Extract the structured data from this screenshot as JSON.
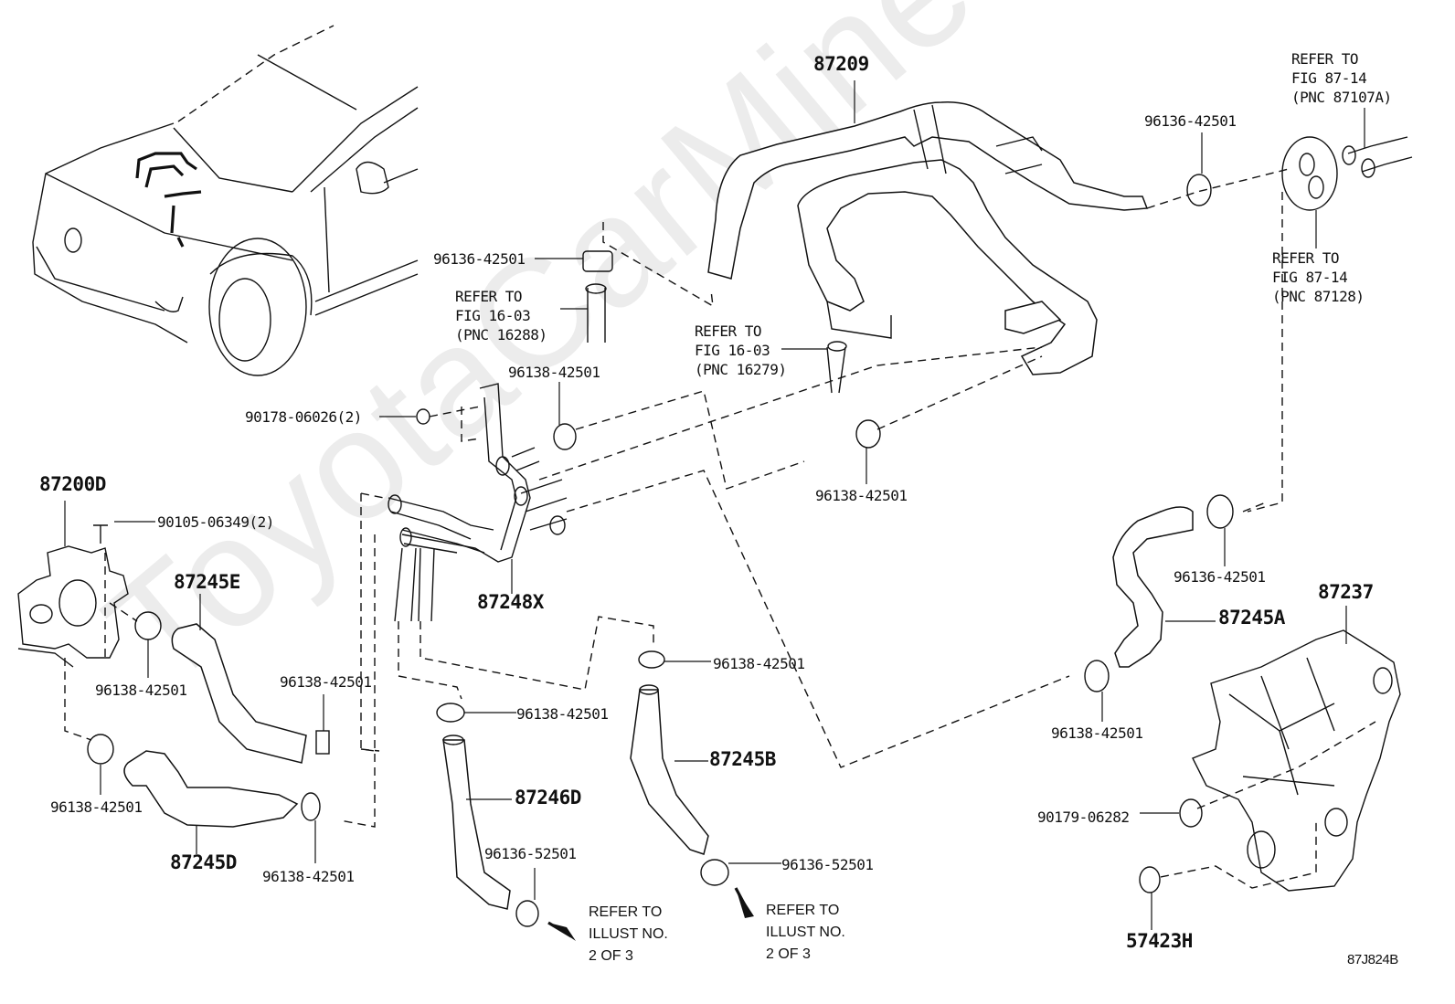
{
  "diagram": {
    "figure_code": "87J824B",
    "watermark": "ToyotaCarMine.ru",
    "labels": {
      "p87209": "87209",
      "p96136_top_mid": "96136-42501",
      "ref_16288": [
        "REFER TO",
        "FIG 16-03",
        "(PNC 16288)"
      ],
      "ref_16279": [
        "REFER TO",
        "FIG 16-03",
        "(PNC 16279)"
      ],
      "p96136_top_right": "96136-42501",
      "ref_87107A": [
        "REFER TO",
        "FIG 87-14",
        "(PNC 87107A)"
      ],
      "ref_87128": [
        "REFER TO",
        "FIG 87-14",
        "(PNC 87128)"
      ],
      "p96138_upper_mid": "96138-42501",
      "p90178": "90178-06026(2)",
      "p96138_center": "96138-42501",
      "p87200D": "87200D",
      "p90105": "90105-06349(2)",
      "p87245E": "87245E",
      "p87248X": "87248X",
      "p96136_right_mid": "96136-42501",
      "p87237": "87237",
      "p87245A": "87245A",
      "p96138_left_mid": "96138-42501",
      "p96138_left_vert": "96138-42501",
      "p96138_center_b": "96138-42501",
      "p96138_center_c": "96138-42501",
      "p96138_right_low": "96138-42501",
      "p87245B": "87245B",
      "p96138_left_low": "96138-42501",
      "p87246D": "87246D",
      "p90179": "90179-06282",
      "p87245D": "87245D",
      "p96138_left_bottom": "96138-42501",
      "p96136_52501_a": "96136-52501",
      "p96136_52501_b": "96136-52501",
      "ref_illust_a": [
        "REFER TO",
        "ILLUST NO.",
        "2 OF 3"
      ],
      "ref_illust_b": [
        "REFER TO",
        "ILLUST NO.",
        "2 OF 3"
      ],
      "p57423H": "57423H"
    }
  }
}
